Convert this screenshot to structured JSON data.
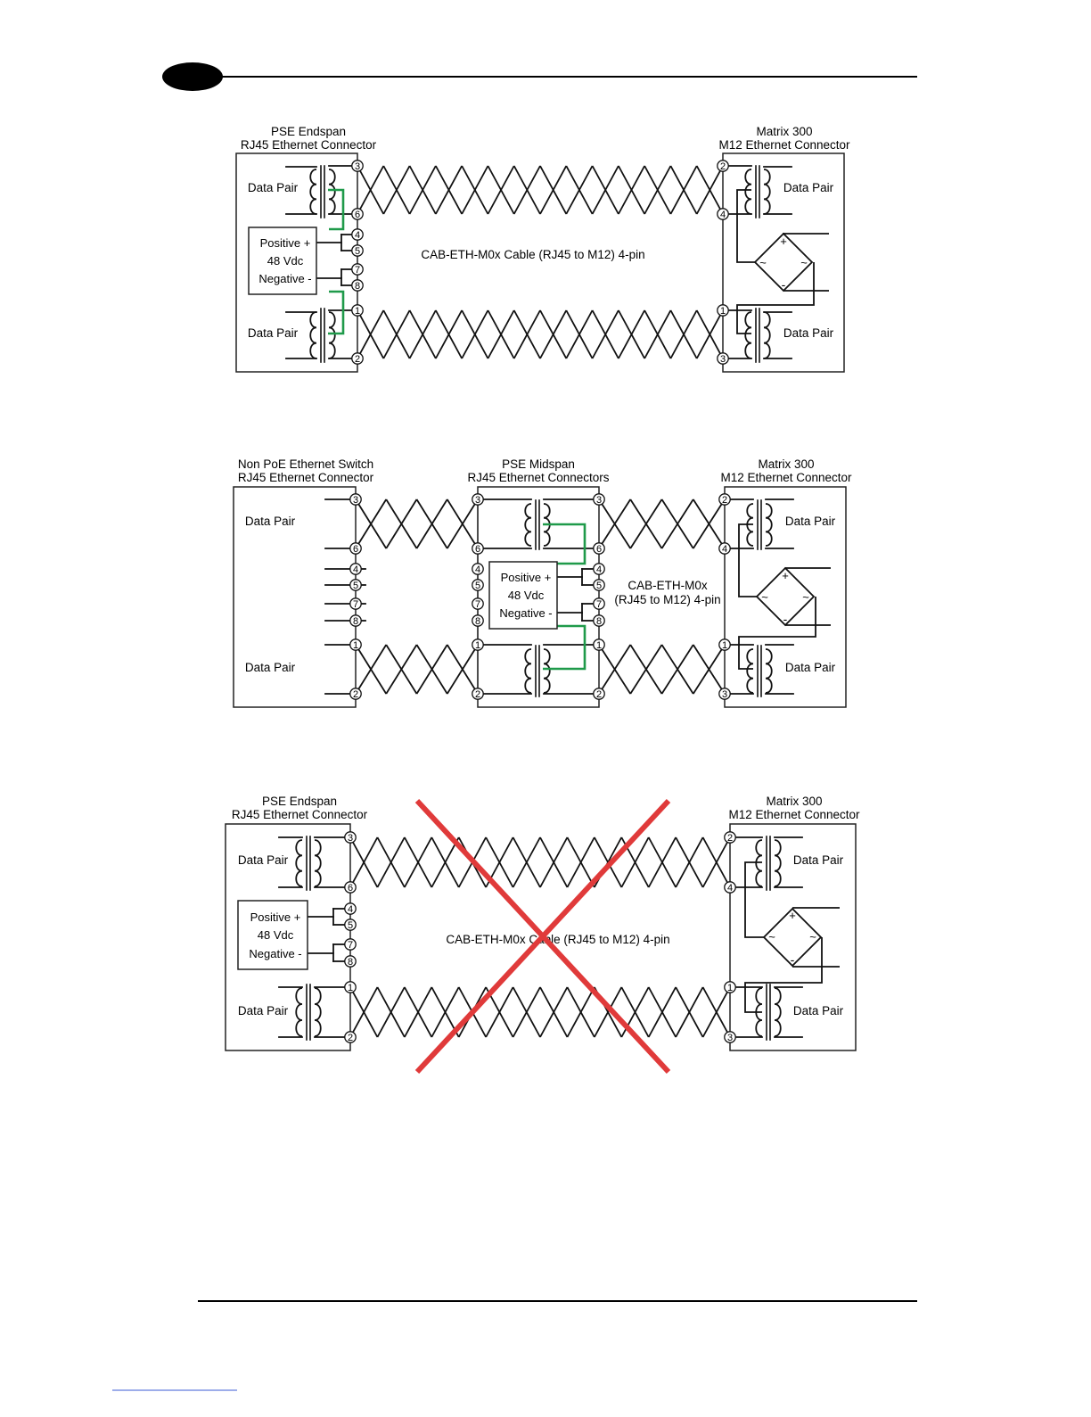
{
  "header": {
    "page_number": ""
  },
  "colors": {
    "wire": "#111111",
    "power_path": "#1f9a4a",
    "cross_out": "#e03a3a"
  },
  "diagram1": {
    "left_title": [
      "PSE Endspan",
      "RJ45 Ethernet Connector"
    ],
    "right_title": [
      "Matrix 300",
      "M12 Ethernet Connector"
    ],
    "cable_label": "CAB-ETH-M0x Cable (RJ45 to M12) 4-pin",
    "data_pair": "Data Pair",
    "power_box": [
      "Positive +",
      "48 Vdc",
      "Negative -"
    ],
    "left_pins": [
      "3",
      "6",
      "4",
      "5",
      "7",
      "8",
      "1",
      "2"
    ],
    "right_pins": [
      "2",
      "4",
      "1",
      "3"
    ],
    "bridge": {
      "plus": "+",
      "minus": "-",
      "ac": "~"
    }
  },
  "diagram2": {
    "left_title": [
      "Non PoE Ethernet Switch",
      "RJ45 Ethernet Connector"
    ],
    "mid_title": [
      "PSE Midspan",
      "RJ45 Ethernet Connectors"
    ],
    "right_title": [
      "Matrix 300",
      "M12 Ethernet Connector"
    ],
    "cable_label": [
      "CAB-ETH-M0x",
      "(RJ45 to M12) 4-pin"
    ],
    "data_pair": "Data Pair",
    "power_box": [
      "Positive +",
      "48 Vdc",
      "Negative -"
    ],
    "left_pins": [
      "3",
      "6",
      "4",
      "5",
      "7",
      "8",
      "1",
      "2"
    ],
    "mid_left_pins": [
      "3",
      "6",
      "4",
      "5",
      "7",
      "8",
      "1",
      "2"
    ],
    "mid_right_pins": [
      "3",
      "6",
      "4",
      "5",
      "7",
      "8",
      "1",
      "2"
    ],
    "right_pins": [
      "2",
      "4",
      "1",
      "3"
    ],
    "bridge": {
      "plus": "+",
      "minus": "-",
      "ac": "~"
    }
  },
  "diagram3": {
    "left_title": [
      "PSE Endspan",
      "RJ45 Ethernet Connector"
    ],
    "right_title": [
      "Matrix 300",
      "M12 Ethernet Connector"
    ],
    "cable_label": "CAB-ETH-M0x Cable (RJ45 to M12) 4-pin",
    "data_pair": "Data Pair",
    "power_box": [
      "Positive +",
      "48 Vdc",
      "Negative -"
    ],
    "left_pins": [
      "3",
      "6",
      "4",
      "5",
      "7",
      "8",
      "1",
      "2"
    ],
    "right_pins": [
      "2",
      "4",
      "1",
      "3"
    ],
    "bridge": {
      "plus": "+",
      "minus": "-",
      "ac": "~"
    }
  }
}
